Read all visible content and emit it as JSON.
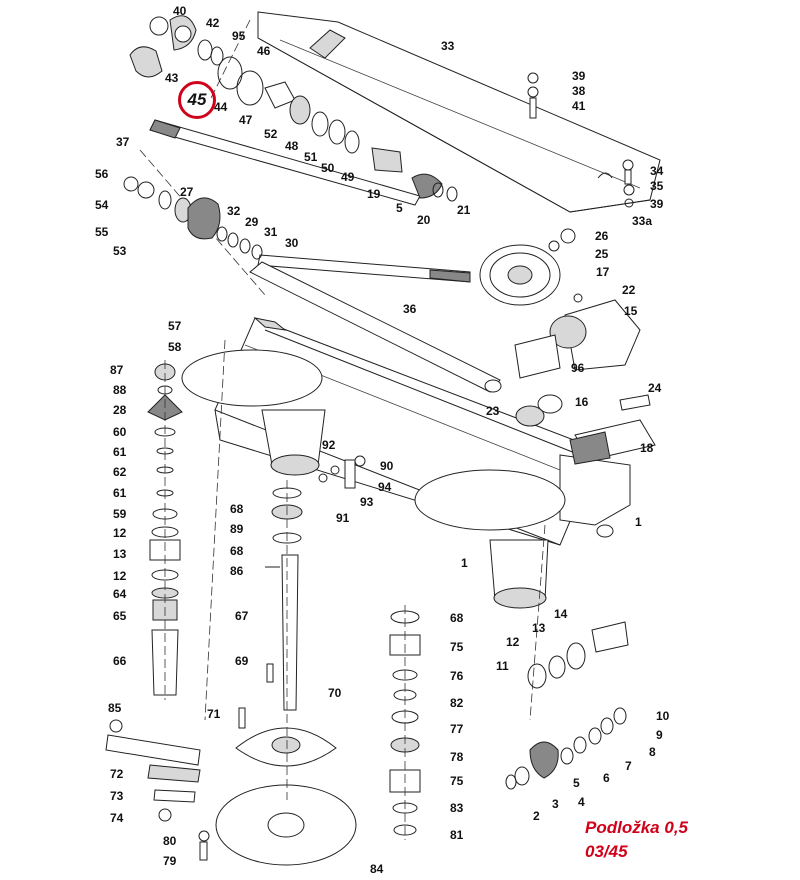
{
  "highlight": {
    "part_number": "45",
    "color": "#d0021b"
  },
  "caption": {
    "line1": "Podložka 0,5",
    "line2": "03/45"
  },
  "part_labels": [
    "40",
    "42",
    "95",
    "46",
    "43",
    "44",
    "47",
    "52",
    "48",
    "51",
    "50",
    "49",
    "19",
    "5",
    "20",
    "21",
    "37",
    "33",
    "39",
    "38",
    "41",
    "34",
    "35",
    "39",
    "33a",
    "56",
    "27",
    "54",
    "55",
    "53",
    "32",
    "29",
    "31",
    "30",
    "26",
    "25",
    "17",
    "22",
    "15",
    "96",
    "16",
    "23",
    "24",
    "18",
    "1",
    "1",
    "57",
    "58",
    "36",
    "87",
    "88",
    "28",
    "60",
    "61",
    "62",
    "61",
    "59",
    "12",
    "13",
    "12",
    "64",
    "65",
    "66",
    "92",
    "90",
    "94",
    "93",
    "91",
    "68",
    "89",
    "68",
    "86",
    "67",
    "69",
    "71",
    "70",
    "68",
    "75",
    "76",
    "82",
    "77",
    "78",
    "75",
    "83",
    "81",
    "14",
    "13",
    "12",
    "11",
    "10",
    "9",
    "8",
    "7",
    "6",
    "5",
    "4",
    "3",
    "2",
    "85",
    "72",
    "73",
    "74",
    "80",
    "79",
    "84"
  ]
}
